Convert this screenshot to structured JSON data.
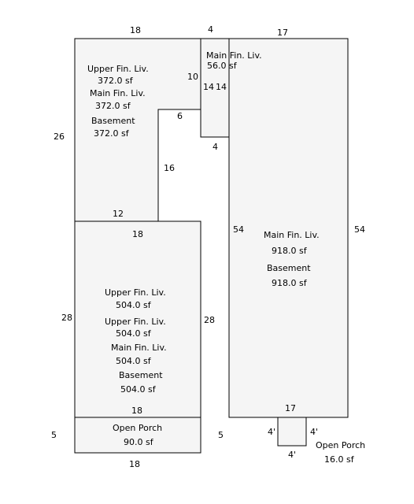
{
  "sections": {
    "upper_left": {
      "lines": [
        "Upper Fin. Liv.",
        "372.0 sf",
        "Main Fin. Liv.",
        "372.0 sf",
        "Basement",
        "372.0 sf"
      ]
    },
    "small_main": {
      "lines": [
        "Main Fin. Liv.",
        "56.0 sf"
      ]
    },
    "right_main": {
      "lines": [
        "Main Fin. Liv.",
        "918.0 sf",
        "Basement",
        "918.0 sf"
      ]
    },
    "lower_left": {
      "lines": [
        "Upper Fin. Liv.",
        "504.0 sf",
        "Upper Fin. Liv.",
        "504.0 sf",
        "Main Fin. Liv.",
        "504.0 sf",
        "Basement",
        "504.0 sf"
      ]
    },
    "open_porch_left": {
      "lines": [
        "Open Porch",
        "90.0 sf"
      ]
    },
    "open_porch_right": {
      "lines": [
        "Open Porch",
        "16.0 sf"
      ]
    }
  },
  "dimensions": {
    "top_left_width": "18",
    "top_small_width": "4",
    "top_right_width": "17",
    "left_upper_height": "26",
    "small_left_height": "10",
    "small_inner_left": "14",
    "small_inner_right": "14",
    "notch_width": "6",
    "small_bottom": "4",
    "notch_height": "16",
    "notch_bottom": "12",
    "right_outer_height": "54",
    "right_inner_height": "54",
    "lower_top_width": "18",
    "lower_left_height": "28",
    "lower_right_height": "28",
    "porch_top_width": "18",
    "porch_left_height": "5",
    "porch_right_height": "5",
    "porch_bottom_width": "18",
    "right_bottom_width": "17",
    "small_porch_left": "4'",
    "small_porch_right": "4'",
    "small_porch_bottom": "4'"
  }
}
